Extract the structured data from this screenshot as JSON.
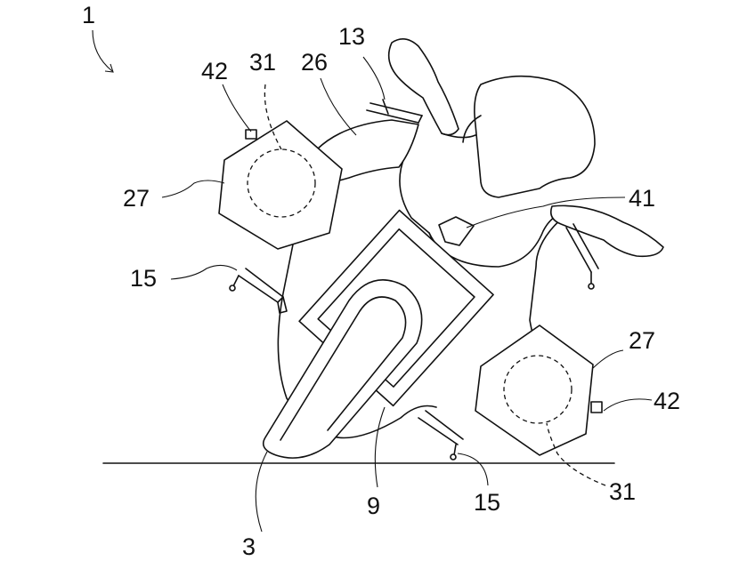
{
  "figure_number": "1",
  "labels": {
    "rear_wheel": "3",
    "front_fork_assembly": "9",
    "handlebar": "13",
    "footrest_left": "15",
    "footrest_right": "15",
    "cowl": "26",
    "saddlebag_left": "27",
    "saddlebag_right": "27",
    "sensor_left": "31",
    "sensor_right": "31",
    "control_unit": "41",
    "mount_left": "42",
    "mount_right": "42"
  }
}
